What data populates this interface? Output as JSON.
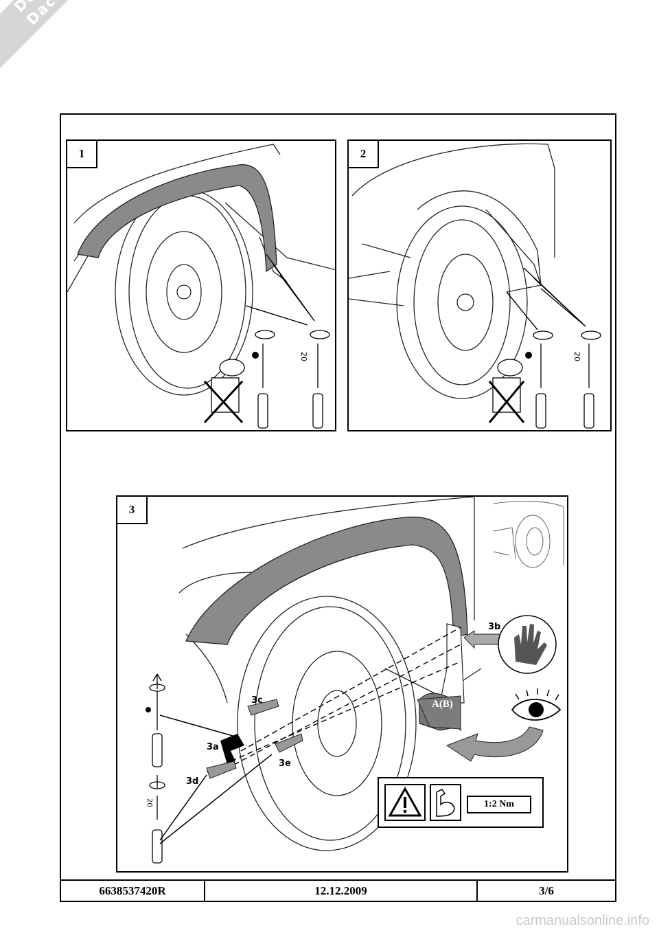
{
  "watermark": {
    "line1": "Downloaded From",
    "line2": "DaciaForum.co.uk"
  },
  "panels": [
    {
      "number": "1",
      "screw_size": "20"
    },
    {
      "number": "2",
      "screw_size": "20"
    },
    {
      "number": "3",
      "screw_size": "20",
      "part_label": "A(B)",
      "callouts": [
        "3a",
        "3b",
        "3c",
        "3d",
        "3e"
      ]
    }
  ],
  "torque": {
    "value": "1:2 Nm"
  },
  "footer": {
    "part_number": "6638537420R",
    "date": "12.12.2009",
    "page": "3/6"
  },
  "site": "carmanualsonline.info"
}
